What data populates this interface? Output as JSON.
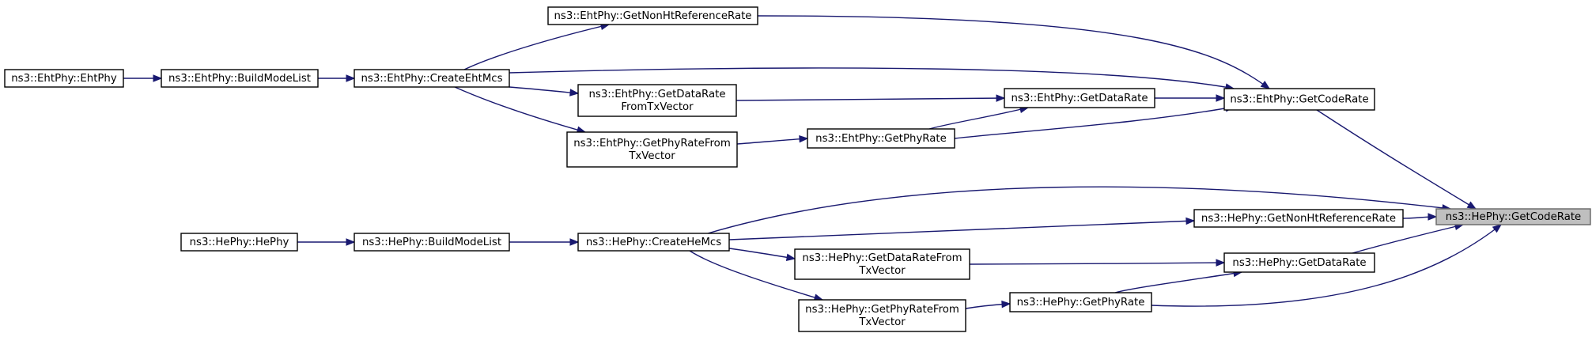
{
  "graph": {
    "edge_color": "#191970",
    "root_fill": "#bfbfbf",
    "nodes": [
      {
        "id": "hephy_getcoderate",
        "lines": [
          "ns3::HePhy::GetCodeRate"
        ],
        "root": true
      },
      {
        "id": "ehtphy_getcoderate",
        "lines": [
          "ns3::EhtPhy::GetCodeRate"
        ]
      },
      {
        "id": "ehtphy_getnonhtreferencerate",
        "lines": [
          "ns3::EhtPhy::GetNonHtReferenceRate"
        ]
      },
      {
        "id": "ehtphy_createehtmcs",
        "lines": [
          "ns3::EhtPhy::CreateEhtMcs"
        ]
      },
      {
        "id": "ehtphy_buildmodelist",
        "lines": [
          "ns3::EhtPhy::BuildModeList"
        ]
      },
      {
        "id": "ehtphy_ehtphy",
        "lines": [
          "ns3::EhtPhy::EhtPhy"
        ]
      },
      {
        "id": "ehtphy_getdatarate",
        "lines": [
          "ns3::EhtPhy::GetDataRate"
        ]
      },
      {
        "id": "ehtphy_getdataratefromtxvector",
        "lines": [
          "ns3::EhtPhy::GetDataRate",
          "FromTxVector"
        ]
      },
      {
        "id": "ehtphy_getphyrate",
        "lines": [
          "ns3::EhtPhy::GetPhyRate"
        ]
      },
      {
        "id": "ehtphy_getphyratefromtxvector",
        "lines": [
          "ns3::EhtPhy::GetPhyRateFrom",
          "TxVector"
        ]
      },
      {
        "id": "hephy_createhemcs",
        "lines": [
          "ns3::HePhy::CreateHeMcs"
        ]
      },
      {
        "id": "hephy_buildmodelist",
        "lines": [
          "ns3::HePhy::BuildModeList"
        ]
      },
      {
        "id": "hephy_hephy",
        "lines": [
          "ns3::HePhy::HePhy"
        ]
      },
      {
        "id": "hephy_getnonhtreferencerate",
        "lines": [
          "ns3::HePhy::GetNonHtReferenceRate"
        ]
      },
      {
        "id": "hephy_getdatarate",
        "lines": [
          "ns3::HePhy::GetDataRate"
        ]
      },
      {
        "id": "hephy_getdataratefromtxvector",
        "lines": [
          "ns3::HePhy::GetDataRateFrom",
          "TxVector"
        ]
      },
      {
        "id": "hephy_getphyrate",
        "lines": [
          "ns3::HePhy::GetPhyRate"
        ]
      },
      {
        "id": "hephy_getphyratefromtxvector",
        "lines": [
          "ns3::HePhy::GetPhyRateFrom",
          "TxVector"
        ]
      }
    ],
    "edges": [
      {
        "from": "hephy_getcoderate",
        "to": "ehtphy_getcoderate"
      },
      {
        "from": "hephy_getcoderate",
        "to": "hephy_createhemcs"
      },
      {
        "from": "hephy_getcoderate",
        "to": "hephy_getnonhtreferencerate"
      },
      {
        "from": "hephy_getcoderate",
        "to": "hephy_getdatarate"
      },
      {
        "from": "hephy_getcoderate",
        "to": "hephy_getphyrate"
      },
      {
        "from": "ehtphy_getcoderate",
        "to": "ehtphy_getnonhtreferencerate"
      },
      {
        "from": "ehtphy_getcoderate",
        "to": "ehtphy_createehtmcs"
      },
      {
        "from": "ehtphy_getcoderate",
        "to": "ehtphy_getdatarate"
      },
      {
        "from": "ehtphy_getcoderate",
        "to": "ehtphy_getphyrate"
      },
      {
        "from": "ehtphy_getnonhtreferencerate",
        "to": "ehtphy_createehtmcs"
      },
      {
        "from": "ehtphy_createehtmcs",
        "to": "ehtphy_buildmodelist"
      },
      {
        "from": "ehtphy_buildmodelist",
        "to": "ehtphy_ehtphy"
      },
      {
        "from": "ehtphy_getdatarate",
        "to": "ehtphy_getdataratefromtxvector"
      },
      {
        "from": "ehtphy_getdatarate",
        "to": "ehtphy_getphyrate"
      },
      {
        "from": "ehtphy_getdataratefromtxvector",
        "to": "ehtphy_createehtmcs"
      },
      {
        "from": "ehtphy_getphyrate",
        "to": "ehtphy_getphyratefromtxvector"
      },
      {
        "from": "ehtphy_getphyratefromtxvector",
        "to": "ehtphy_createehtmcs"
      },
      {
        "from": "hephy_getnonhtreferencerate",
        "to": "hephy_createhemcs"
      },
      {
        "from": "hephy_createhemcs",
        "to": "hephy_buildmodelist"
      },
      {
        "from": "hephy_buildmodelist",
        "to": "hephy_hephy"
      },
      {
        "from": "hephy_getdatarate",
        "to": "hephy_getdataratefromtxvector"
      },
      {
        "from": "hephy_getdatarate",
        "to": "hephy_getphyrate"
      },
      {
        "from": "hephy_getdataratefromtxvector",
        "to": "hephy_createhemcs"
      },
      {
        "from": "hephy_getphyrate",
        "to": "hephy_getphyratefromtxvector"
      },
      {
        "from": "hephy_getphyratefromtxvector",
        "to": "hephy_createhemcs"
      }
    ]
  }
}
